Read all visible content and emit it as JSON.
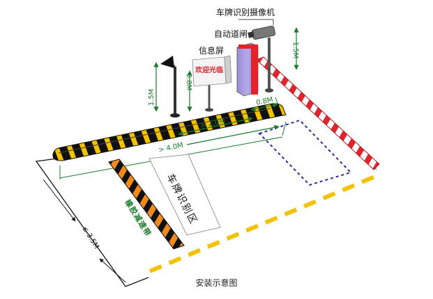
{
  "labels": {
    "camera": "车牌识别摄像机",
    "barrier": "自动道闸",
    "screen": "信息屏",
    "screen_text": "欢迎光临",
    "zone": "车牌识别区",
    "bump": "橡胶减速带",
    "caption": "安装示意图"
  },
  "dimensions": {
    "cam_height": "1.5M",
    "lamp_height": "1.5M",
    "screen_height": "0.8M",
    "gap_barrier": "0.8M",
    "gap_screen": "> 2.0M",
    "gap_zone": "> 4.0M",
    "lane_width": "≤ 3.5M"
  },
  "colors": {
    "guide": "#1a7a2a",
    "barrier_red": "#e0242b",
    "stripe_yellow": "#f2c200",
    "zone_blue": "#2a2a9a",
    "island_black": "#111111"
  }
}
